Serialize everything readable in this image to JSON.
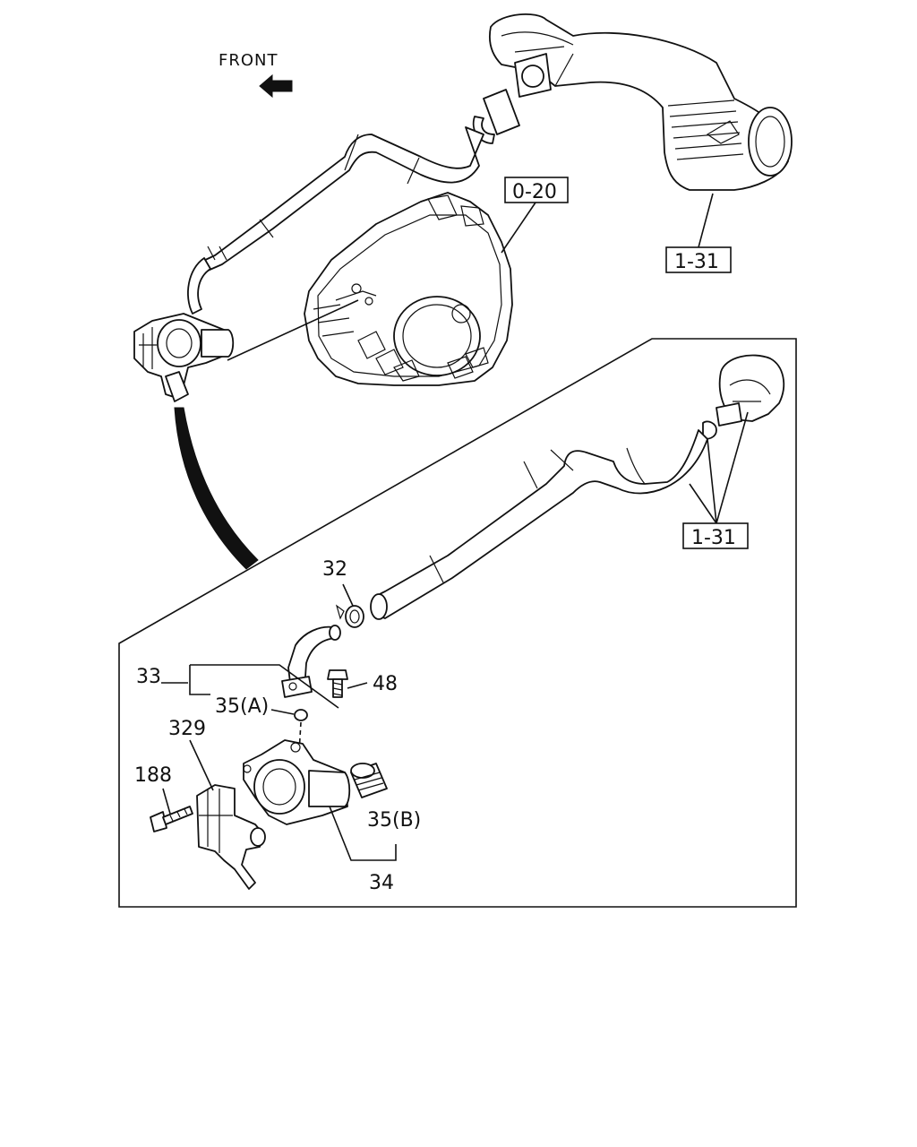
{
  "direction_indicator": {
    "label": "FRONT"
  },
  "reference_boxes": [
    {
      "id": "box-0-20",
      "label": "0-20"
    },
    {
      "id": "box-1-31-top",
      "label": "1-31"
    },
    {
      "id": "box-1-31-detail",
      "label": "1-31"
    }
  ],
  "callouts": [
    {
      "id": "32",
      "label": "32"
    },
    {
      "id": "33",
      "label": "33"
    },
    {
      "id": "48",
      "label": "48"
    },
    {
      "id": "35a",
      "label": "35(A)"
    },
    {
      "id": "329",
      "label": "329"
    },
    {
      "id": "188",
      "label": "188"
    },
    {
      "id": "35b",
      "label": "35(B)"
    },
    {
      "id": "34",
      "label": "34"
    }
  ]
}
